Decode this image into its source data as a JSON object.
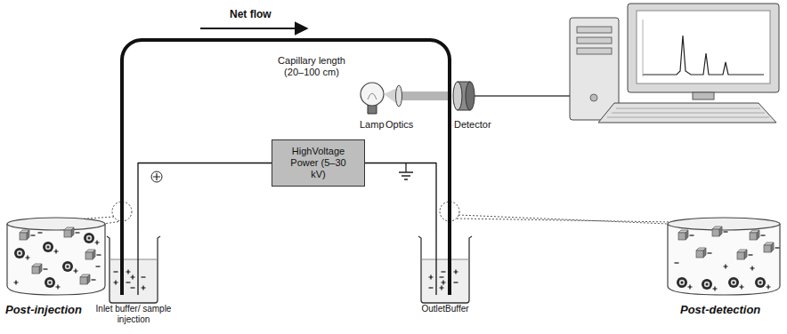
{
  "diagram": {
    "nodes": [
      {
        "text": [
          "HighVoltage Power (5–30 kV)"
        ]
      },
      {
        "text": [
          "Inlet buffer/ sample injection"
        ]
      },
      {
        "text": [
          "OutletBuffer"
        ]
      }
    ],
    "edges": [
      {
        "from": 0,
        "to": 1,
        "arrow": "none"
      },
      {
        "from": 0,
        "to": 2,
        "arrow": "none"
      },
      {
        "from": 1,
        "to": 2,
        "arrow": "none"
      }
    ],
    "labels": [
      "Net flow",
      "Capillary length (20–100 cm)",
      "Lamp",
      "Optics",
      "Detector",
      "Post-injection",
      "Post-detection"
    ]
  }
}
